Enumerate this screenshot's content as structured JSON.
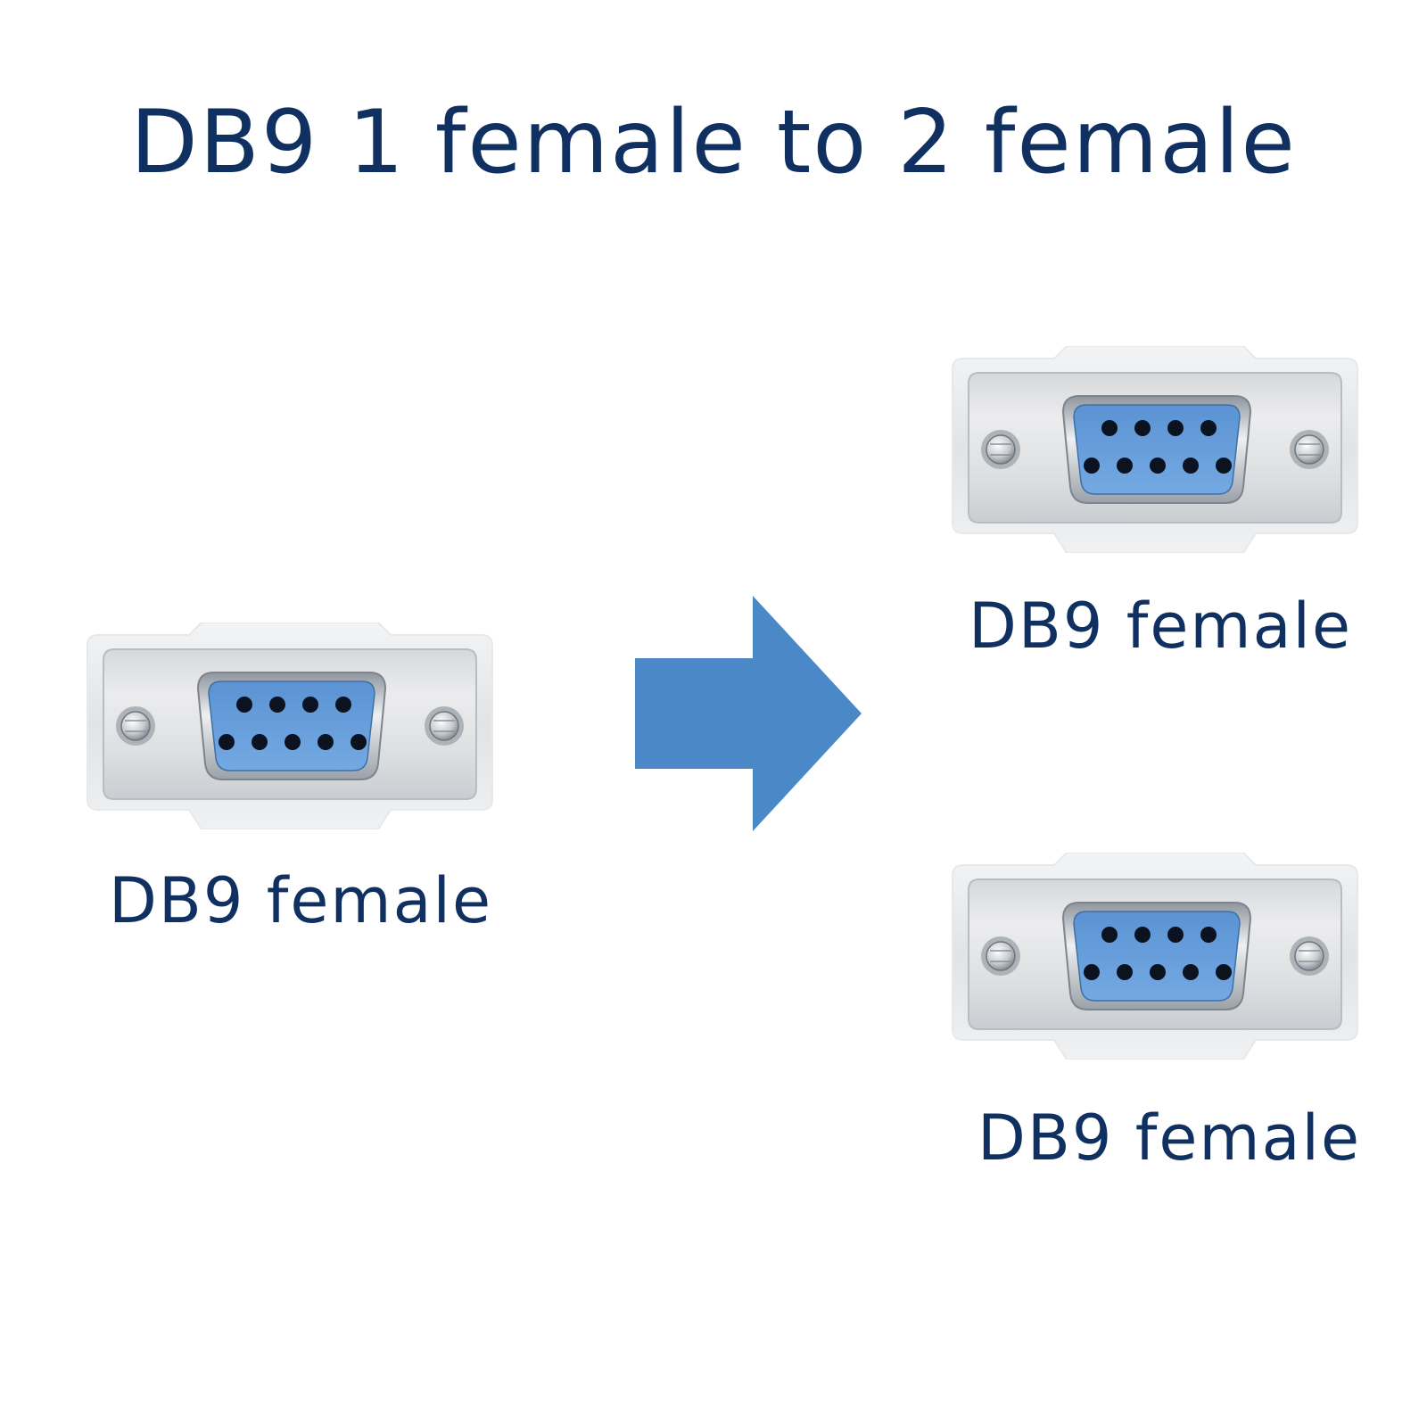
{
  "title": "DB9 1 female to 2 female",
  "colors": {
    "text": "#0f3060",
    "arrow": "#4a88c8",
    "connector_face": "#6a9fd9",
    "connector_shell": "#e2e4e6"
  },
  "connectors": [
    {
      "id": "input",
      "label": "DB9 female",
      "icon": "db9-female-connector-icon"
    },
    {
      "id": "output-1",
      "label": "DB9 female",
      "icon": "db9-female-connector-icon"
    },
    {
      "id": "output-2",
      "label": "DB9 female",
      "icon": "db9-female-connector-icon"
    }
  ],
  "arrow": {
    "icon": "right-arrow-icon",
    "direction": "right"
  }
}
